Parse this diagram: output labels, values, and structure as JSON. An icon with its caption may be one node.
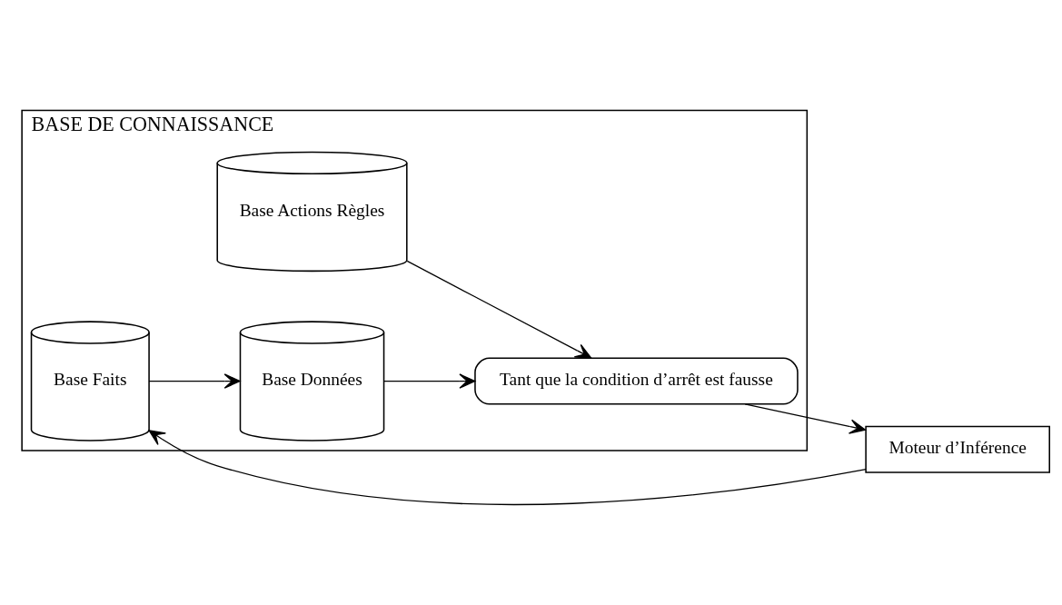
{
  "diagram": {
    "nodes": [
      {
        "text": [
          "BASE DE CONNAISSANCE"
        ]
      },
      {
        "text": [
          "Base Actions Règles"
        ],
        "in": 0
      },
      {
        "text": [
          "Base Faits"
        ],
        "in": 0
      },
      {
        "text": [
          "Base Données"
        ],
        "in": 0
      },
      {
        "text": [
          "Tant que la condition d’arrêt est fausse"
        ],
        "in": 0
      },
      {
        "text": [
          "Moteur d’Inférence"
        ]
      }
    ],
    "edges": [
      {
        "from": 2,
        "to": 3,
        "arrow": "to"
      },
      {
        "from": 3,
        "to": 4,
        "arrow": "to"
      },
      {
        "from": 1,
        "to": 4,
        "arrow": "to"
      },
      {
        "from": 4,
        "to": 5,
        "arrow": "to"
      },
      {
        "from": 5,
        "to": 2,
        "arrow": "to"
      }
    ]
  }
}
